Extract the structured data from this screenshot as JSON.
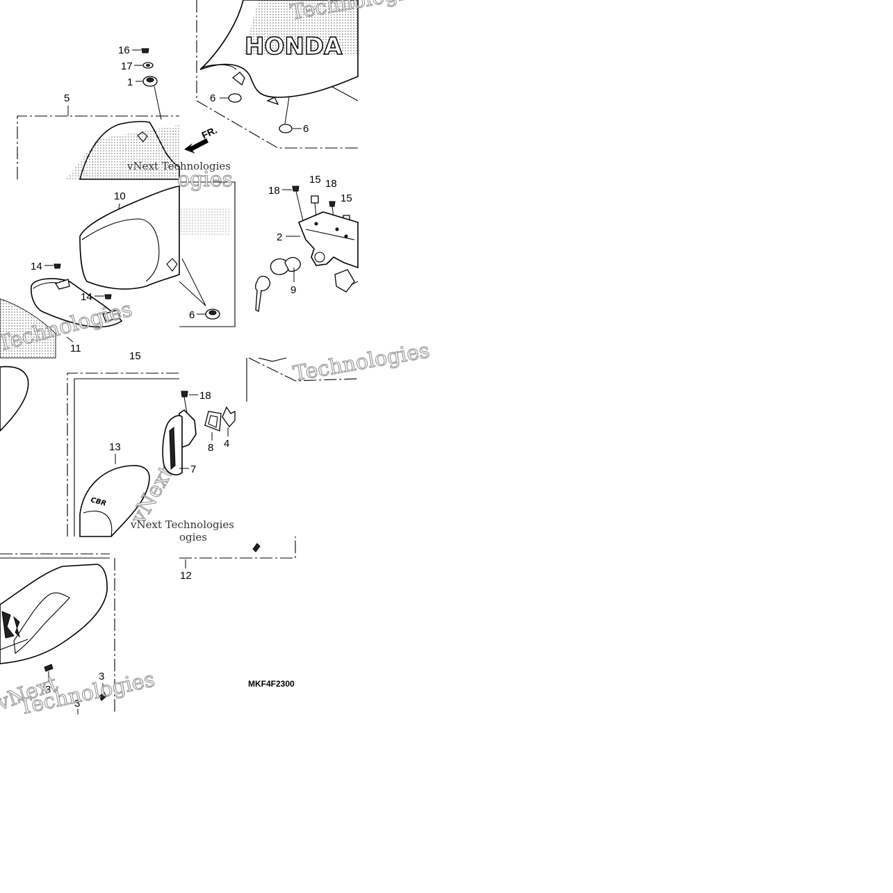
{
  "diagram": {
    "drawing_code": "MKF4F2300",
    "arrow_label": "FR.",
    "watermarks": [
      "vNext Technologies",
      "Technologies",
      "Technologies",
      "vNext",
      "Technologies",
      "vNext Technologies",
      "ogies",
      "vNext",
      "Technologies"
    ],
    "brand_text": "HONDA",
    "callouts": {
      "c16": "16",
      "c17": "17",
      "c1": "1",
      "c5": "5",
      "c6a": "6",
      "c6b": "6",
      "c10": "10",
      "c14a": "14",
      "c14b": "14",
      "c11": "11",
      "c6c": "6",
      "c18a": "18",
      "c15a": "15",
      "c18b": "18",
      "c15b": "15",
      "c2": "2",
      "c9": "9",
      "c15c": "15",
      "c18c": "18",
      "c8": "8",
      "c4": "4",
      "c13": "13",
      "c7": "7",
      "c12": "12",
      "c3a": "3",
      "c3b": "3",
      "c3c": "3"
    }
  }
}
